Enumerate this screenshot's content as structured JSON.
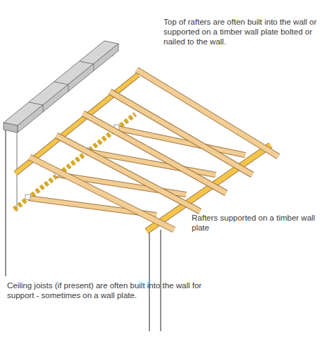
{
  "diagram": {
    "labels": [
      "Top of rafters are often built into the wall or supported on a timber wall plate bolted or nailed to the wall.",
      "Rafters supported on a timber wall plate",
      "Ceiling joists (if present) are often built into the wall for support - sometimes on a wall plate."
    ]
  }
}
